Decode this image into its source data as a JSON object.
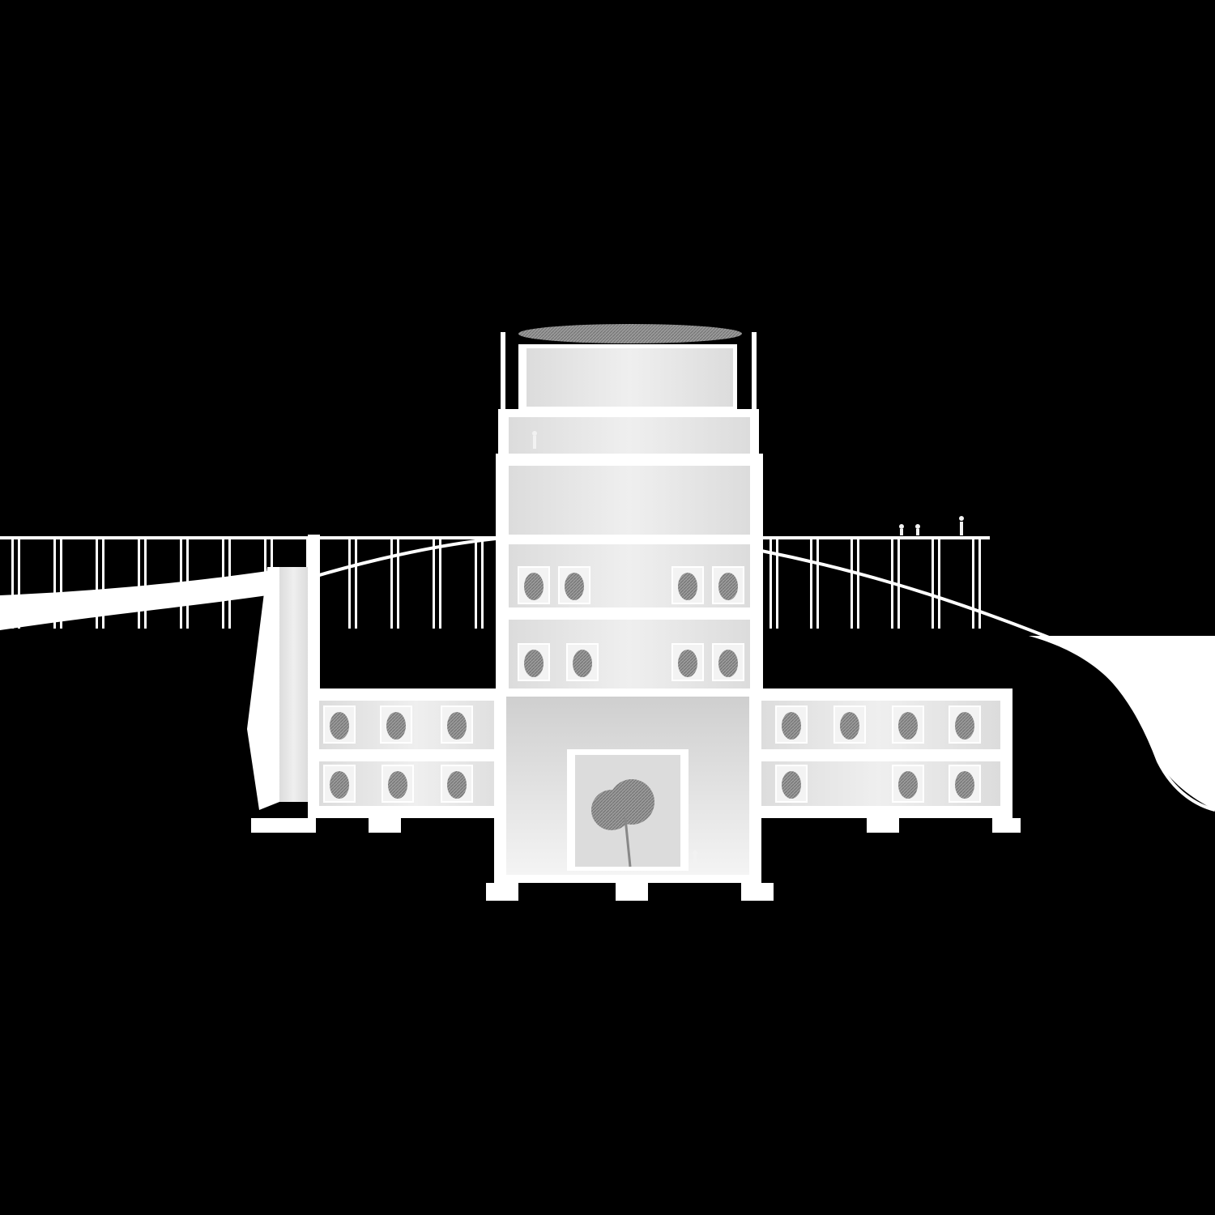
{
  "drawing": {
    "type": "architectural-section",
    "colors": {
      "background": "#000000",
      "section_cut": "#ffffff",
      "interior_wall": "#e6e6e6",
      "interior_deep": "#d8d8d8",
      "vegetation": "#8e8e8e",
      "figures": "#f2f2f2"
    },
    "floors": {
      "upper_tower_levels": 4,
      "lower_basement_levels": 2,
      "atrium_levels": 1
    },
    "elements": [
      "ground-line",
      "pier-walkway",
      "tower",
      "roof-garden",
      "basement-wings",
      "central-atrium",
      "atrium-tree",
      "entrance-ramp",
      "footings",
      "people",
      "display-plants"
    ]
  }
}
